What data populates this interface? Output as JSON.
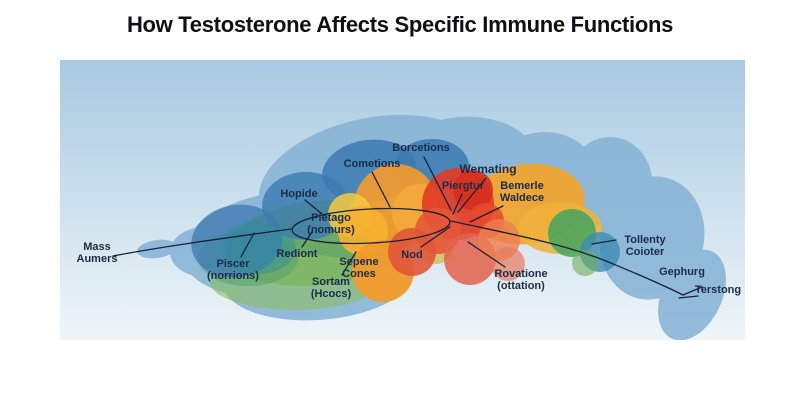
{
  "title": "How Testosterone Affects Specific Immune Functions",
  "map": {
    "labels": [
      {
        "name": "mass-aumers",
        "line1": "Mass",
        "line2": "Aumers"
      },
      {
        "name": "piscer",
        "line1": "Piscer",
        "line2": "(norrions)"
      },
      {
        "name": "rediont",
        "line1": "Rediont"
      },
      {
        "name": "hopide",
        "line1": "Hopide"
      },
      {
        "name": "pietago",
        "line1": "Pietago",
        "line2": "(nomurs)"
      },
      {
        "name": "sepene-cones",
        "line1": "Sepene",
        "line2": "Cones"
      },
      {
        "name": "sortam",
        "line1": "Sortam",
        "line2": "(Hcocs)"
      },
      {
        "name": "cometions",
        "line1": "Cometions"
      },
      {
        "name": "borcetions",
        "line1": "Borcetions"
      },
      {
        "name": "piergtur",
        "line1": "Piergtur"
      },
      {
        "name": "wemating",
        "line1": "Wemating"
      },
      {
        "name": "bemerle-waldece",
        "line1": "Bemerle",
        "line2": "Waldece"
      },
      {
        "name": "nod",
        "line1": "Nod"
      },
      {
        "name": "rovatione",
        "line1": "Rovatione",
        "line2": "(ottation)"
      },
      {
        "name": "tollenty-coioter",
        "line1": "Tollenty",
        "line2": "Coioter"
      },
      {
        "name": "gephurg",
        "line1": "Gephurg"
      },
      {
        "name": "terstong",
        "line1": "Terstong"
      }
    ],
    "colors": {
      "sky_top": "#a7cae2",
      "sky_mid": "#cfe2ee",
      "sky_bottom": "#eff5f9",
      "landmass": "#84b2d5",
      "deep_blue": "#3c7ab2",
      "teal": "#2f8fa0",
      "green": "#62a649",
      "light_green": "#8cbd68",
      "orange": "#f39b2b",
      "yellow": "#f8c93e",
      "amber": "#f0a432",
      "red": "#e23c26",
      "line": "#16233a"
    }
  }
}
